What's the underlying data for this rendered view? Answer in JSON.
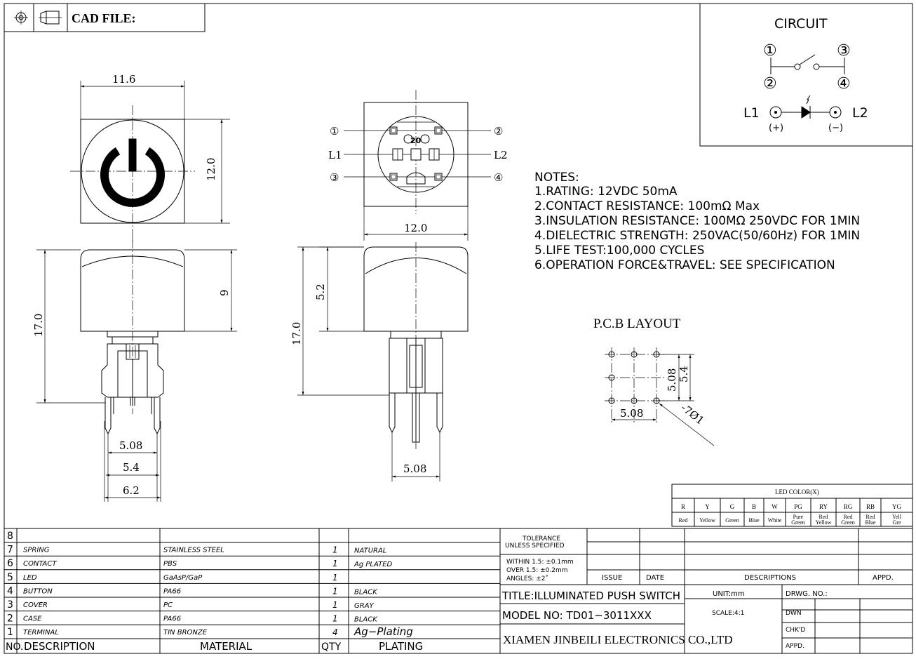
{
  "header": {
    "cad_label": "CAD FILE:"
  },
  "front_view": {
    "width_dim": "11.6",
    "height_dim": "12.0"
  },
  "side_view_left": {
    "body_dim": "9",
    "total_dim": "17.0",
    "pin_pitch": "5.08",
    "pin_span": "5.4",
    "base_width": "6.2"
  },
  "top_view": {
    "pin1": "①",
    "pin2": "②",
    "pin3": "③",
    "pin4": "④",
    "l1": "L1",
    "l2": "L2",
    "center_mark": "20",
    "width_dim": "12.0"
  },
  "side_view_right": {
    "cap_dim": "5.2",
    "total_dim": "17.0",
    "pin_pitch": "5.08"
  },
  "circuit": {
    "title": "CIRCUIT",
    "pin1": "①",
    "pin2": "②",
    "pin3": "③",
    "pin4": "④",
    "l1": "L1",
    "l2": "L2",
    "plus": "(+)",
    "minus": "(−)"
  },
  "notes": {
    "title": "NOTES:",
    "lines": [
      "1.RATING: 12VDC 50mA",
      "2.CONTACT RESISTANCE: 100mΩ Max",
      "3.INSULATION RESISTANCE: 100MΩ 250VDC FOR 1MIN",
      "4.DIELECTRIC STRENGTH: 250VAC(50/60Hz) FOR 1MIN",
      "5.LIFE TEST:100,000 CYCLES",
      "6.OPERATION FORCE&TRAVEL: SEE SPECIFICATION"
    ]
  },
  "pcb_layout": {
    "title": "P.C.B LAYOUT",
    "h_dim": "5.08",
    "v_dim1": "5.08",
    "v_dim2": "5.4",
    "hole": "-7Ø1"
  },
  "led_color": {
    "title": "LED COLOR(X)",
    "codes": [
      "R",
      "Y",
      "G",
      "B",
      "W",
      "PG",
      "RY",
      "RG",
      "RB",
      "YG"
    ],
    "names": [
      [
        "Red"
      ],
      [
        "Yellow"
      ],
      [
        "Green"
      ],
      [
        "Blue"
      ],
      [
        "White"
      ],
      [
        "Pure",
        "Green"
      ],
      [
        "Red",
        "Yellow"
      ],
      [
        "Red",
        "Green"
      ],
      [
        "Red",
        "Blue"
      ],
      [
        "Yell",
        "Gre"
      ]
    ]
  },
  "bom": {
    "rows": [
      {
        "no": "8",
        "desc": "",
        "material": "",
        "qty": "",
        "plating": ""
      },
      {
        "no": "7",
        "desc": "SPRING",
        "material": "STAINLESS STEEL",
        "qty": "1",
        "plating": "NATURAL"
      },
      {
        "no": "6",
        "desc": "CONTACT",
        "material": "PBS",
        "qty": "1",
        "plating": "Ag PLATED"
      },
      {
        "no": "5",
        "desc": "LED",
        "material": "GaAsP/GaP",
        "qty": "1",
        "plating": ""
      },
      {
        "no": "4",
        "desc": "BUTTON",
        "material": "PA66",
        "qty": "1",
        "plating": "BLACK"
      },
      {
        "no": "3",
        "desc": "COVER",
        "material": "PC",
        "qty": "1",
        "plating": "GRAY"
      },
      {
        "no": "2",
        "desc": "CASE",
        "material": "PA66",
        "qty": "1",
        "plating": "BLACK"
      },
      {
        "no": "1",
        "desc": "TERMINAL",
        "material": "TIN BRONZE",
        "qty": "4",
        "plating": "Ag−Plating"
      }
    ],
    "header": {
      "no": "NO.",
      "desc": "DESCRIPTION",
      "material": "MATERIAL",
      "qty": "QTY",
      "plating": "PLATING"
    }
  },
  "title_block": {
    "tolerance1": "TOLERANCE",
    "tolerance2": "UNLESS SPECIFIED",
    "within": "WITHIN 1.5: ±0.1mm",
    "over": "OVER 1.5:  ±0.2mm",
    "angles": "ANGLES: ±2˚",
    "issue": "ISSUE",
    "date": "DATE",
    "descriptions": "DESCRIPTIONS",
    "appd": "APPD.",
    "title": "TITLE:ILLUMINATED PUSH SWITCH",
    "unit": "UNIT:mm",
    "drwg": "DRWG. NO.:",
    "model": "MODEL NO: TD01−3011XXX",
    "scale": "SCALE:4:1",
    "dwn": "DWN",
    "chkd": "CHK'D",
    "appd2": "APPD.",
    "company": "XIAMEN JINBEILI ELECTRONICS CO.,LTD"
  }
}
